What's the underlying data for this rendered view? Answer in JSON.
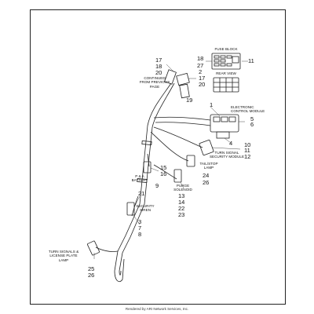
{
  "labels": {
    "fuse_block": "FUSE BLOCK",
    "rear_view": "REAR VIEW",
    "continued": "CONTINUED\nFROM PREVIOUS\nPAGE",
    "ecm": "ELECTRONIC\nCONTROL MODULE",
    "tssm": "TURN SIGNAL\nSECURITY MODULE",
    "tail_stop": "TAIL/STOP\nLAMP",
    "p_a_battery": "P & A\nBATTERY",
    "purge_solenoid": "PURGE\nSOLENOID",
    "security_siren": "SECURITY\nSIREN",
    "turn_signals": "TURN SIGNALS &\nLICENSE PLATE\nLAMP"
  },
  "callouts": {
    "c17a": "17",
    "c18a": "18",
    "c20a": "20",
    "c18b": "18",
    "c27": "27",
    "c11a": "11",
    "c2": "2",
    "c17b": "17",
    "c20b": "20",
    "c19": "19",
    "c1": "1",
    "c5": "5",
    "c6": "6",
    "c4": "4",
    "c10": "10",
    "c11b": "11",
    "c12": "12",
    "c24": "24",
    "c26a": "26",
    "c15": "15",
    "c16": "16",
    "c9": "9",
    "c13": "13",
    "c14": "14",
    "c22": "22",
    "c23": "23",
    "c21": "21",
    "c3": "3",
    "c7": "7",
    "c8": "8",
    "c25": "25",
    "c26b": "26"
  },
  "footer": "Rendered by ARI Network Services, Inc."
}
